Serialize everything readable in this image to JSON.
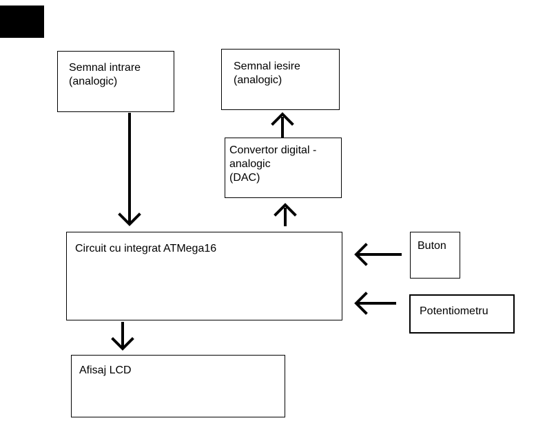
{
  "diagram": {
    "type": "block-diagram",
    "background_color": "#ffffff",
    "stroke_color": "#000000",
    "text_color": "#000000",
    "nodes": {
      "semnal_intrare": {
        "lines": [
          "Semnal intrare",
          "(analogic)"
        ]
      },
      "semnal_iesire": {
        "lines": [
          "Semnal iesire",
          "(analogic)"
        ]
      },
      "dac": {
        "lines": [
          "Convertor digital -",
          "analogic",
          "(DAC)"
        ]
      },
      "circuit": {
        "lines": [
          "Circuit cu integrat ATMega16"
        ]
      },
      "buton": {
        "lines": [
          "Buton"
        ]
      },
      "potentiometru": {
        "lines": [
          "Potentiometru"
        ]
      },
      "afisaj_lcd": {
        "lines": [
          "Afisaj LCD"
        ]
      }
    },
    "edges": [
      {
        "from": "semnal_intrare",
        "to": "circuit",
        "arrow": "down"
      },
      {
        "from": "dac",
        "to": "semnal_iesire",
        "arrow": "up"
      },
      {
        "from": "circuit",
        "to": "dac",
        "arrow": "up"
      },
      {
        "from": "buton",
        "to": "circuit",
        "arrow": "left"
      },
      {
        "from": "potentiometru",
        "to": "circuit",
        "arrow": "left"
      },
      {
        "from": "circuit",
        "to": "afisaj_lcd",
        "arrow": "down"
      }
    ]
  }
}
